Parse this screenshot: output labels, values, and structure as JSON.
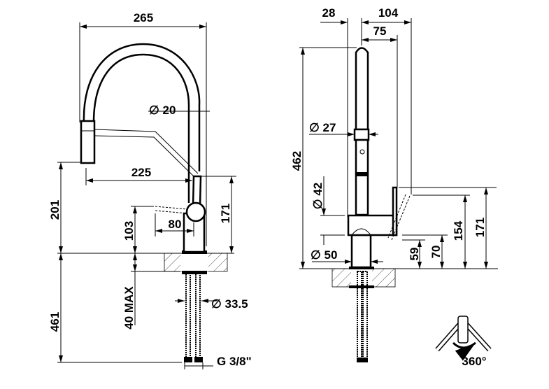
{
  "front_view": {
    "overall_width": "265",
    "hose_diameter": "∅ 20",
    "spout_reach": "225",
    "spout_height": "201",
    "lever_height": "103",
    "lever_offset": "80",
    "body_height": "171",
    "under_counter_length": "461",
    "counter_thickness": "40 MAX",
    "hole_diameter": "∅ 33.5",
    "connection": "G 3/8\""
  },
  "side_view": {
    "offset_28": "28",
    "depth_104": "104",
    "depth_75": "75",
    "total_height": "462",
    "ring_diameter": "∅ 27",
    "body_diameter": "∅ 42",
    "base_diameter": "∅ 50",
    "lever_154": "154",
    "lever_171": "171",
    "height_59": "59",
    "height_70": "70"
  },
  "rotation": {
    "label": "360°"
  }
}
